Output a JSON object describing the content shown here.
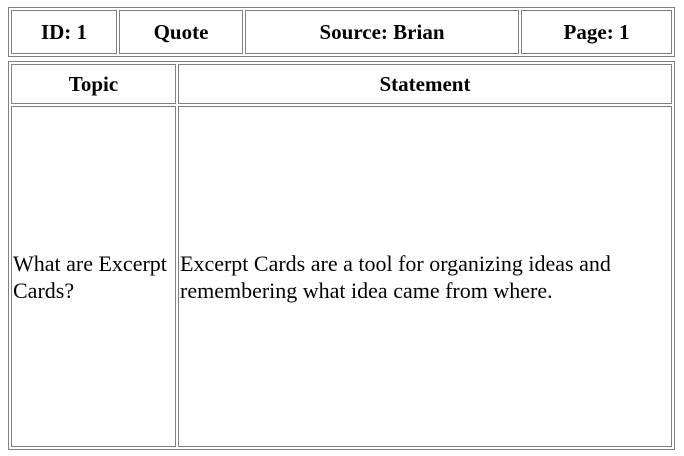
{
  "header": {
    "id_label": "ID: 1",
    "type_label": "Quote",
    "source_label": "Source: Brian",
    "page_label": "Page: 1"
  },
  "table": {
    "columns": [
      "Topic",
      "Statement"
    ],
    "row": {
      "topic": "What are Excerpt Cards?",
      "statement": "Excerpt Cards are a tool for organizing ideas and remembering what idea came from where."
    }
  }
}
